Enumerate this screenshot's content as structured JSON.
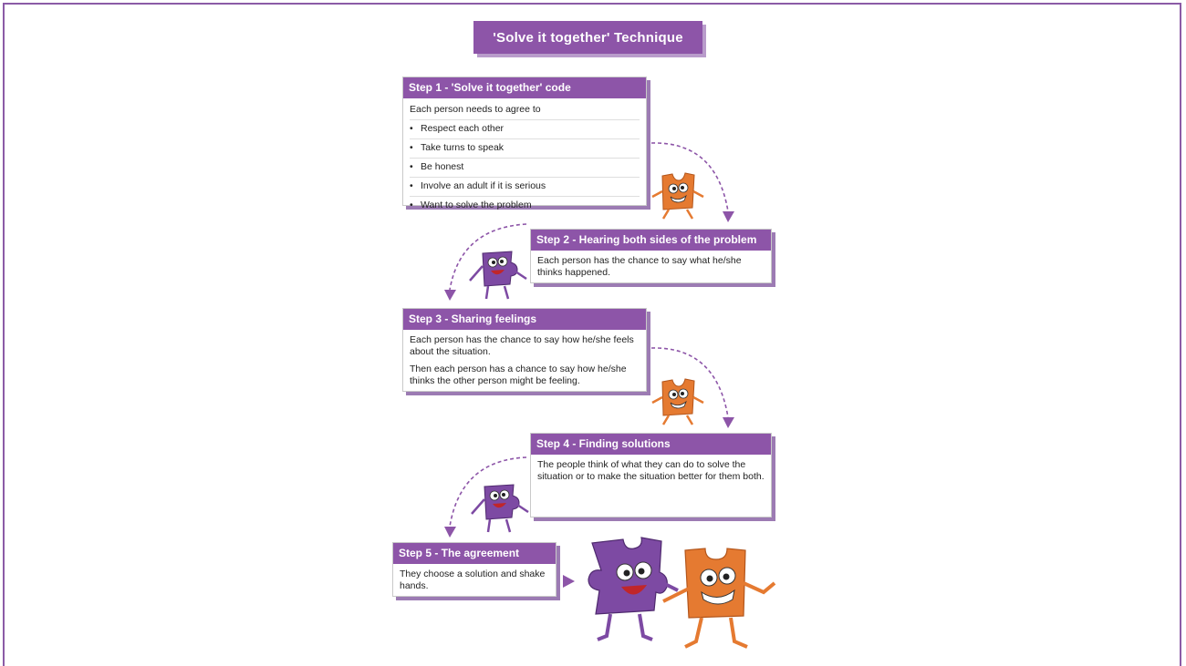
{
  "title": "'Solve it together' Technique",
  "steps": [
    {
      "heading": "Step 1 - 'Solve it together' code",
      "intro": "Each person needs to agree to",
      "bullets": [
        "Respect each other",
        "Take turns to speak",
        "Be honest",
        "Involve an adult if it is serious",
        "Want to solve the problem"
      ]
    },
    {
      "heading": "Step 2 - Hearing both sides of the problem",
      "text": "Each person has the chance to say what he/she thinks happened."
    },
    {
      "heading": "Step 3 - Sharing feelings",
      "text": "Each person has the chance to say how he/she feels about the situation.",
      "text2": "Then each person has a chance to say how he/she thinks the other person might be feeling."
    },
    {
      "heading": "Step 4 - Finding solutions",
      "text": "The people think of what they can do to solve the situation or to make the situation better for them both."
    },
    {
      "heading": "Step 5 - The agreement",
      "text": "They choose a solution and shake hands."
    }
  ],
  "colors": {
    "accent": "#8d55a8",
    "arrow": "#8d55a8",
    "orange": "#e57a31",
    "purple": "#7d4aa3"
  },
  "illustrations": [
    "orange-puzzle-character-icon",
    "purple-puzzle-character-icon",
    "handshake-characters-icon"
  ]
}
